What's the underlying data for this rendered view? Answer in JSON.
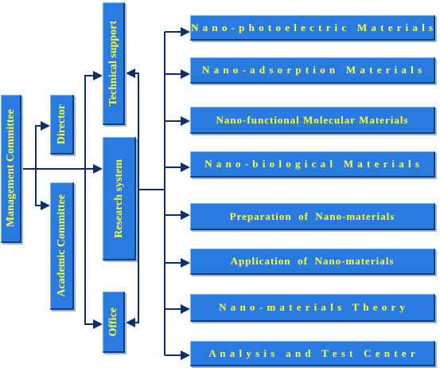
{
  "org": {
    "management_committee": "Management Committee",
    "director": "Director",
    "academic_committee": "Academic Committee",
    "technical_support": "Technical support",
    "research_system": "Research system",
    "office": "Office"
  },
  "divisions": [
    "N a n o - p h o t o e l e c t r i c   M a t e r i a l s",
    "N a n o - a d s o r p t i o n   M a t e r i a l s",
    "Nano-functional Molecular Materials",
    "N a n o - b i o l o g i c a l   M a t e r i a l s",
    "Preparation  of  Nano-materials",
    "Application  of  Nano-materials",
    "N a n o - m a t e r i a l s   T h e o r y",
    "A n a l y s i s   a n d   T e s t   C e n t e r"
  ],
  "colors": {
    "box_fill": "#2a7be0",
    "box_text": "#ffff33",
    "connector": "#0b2e6e"
  }
}
